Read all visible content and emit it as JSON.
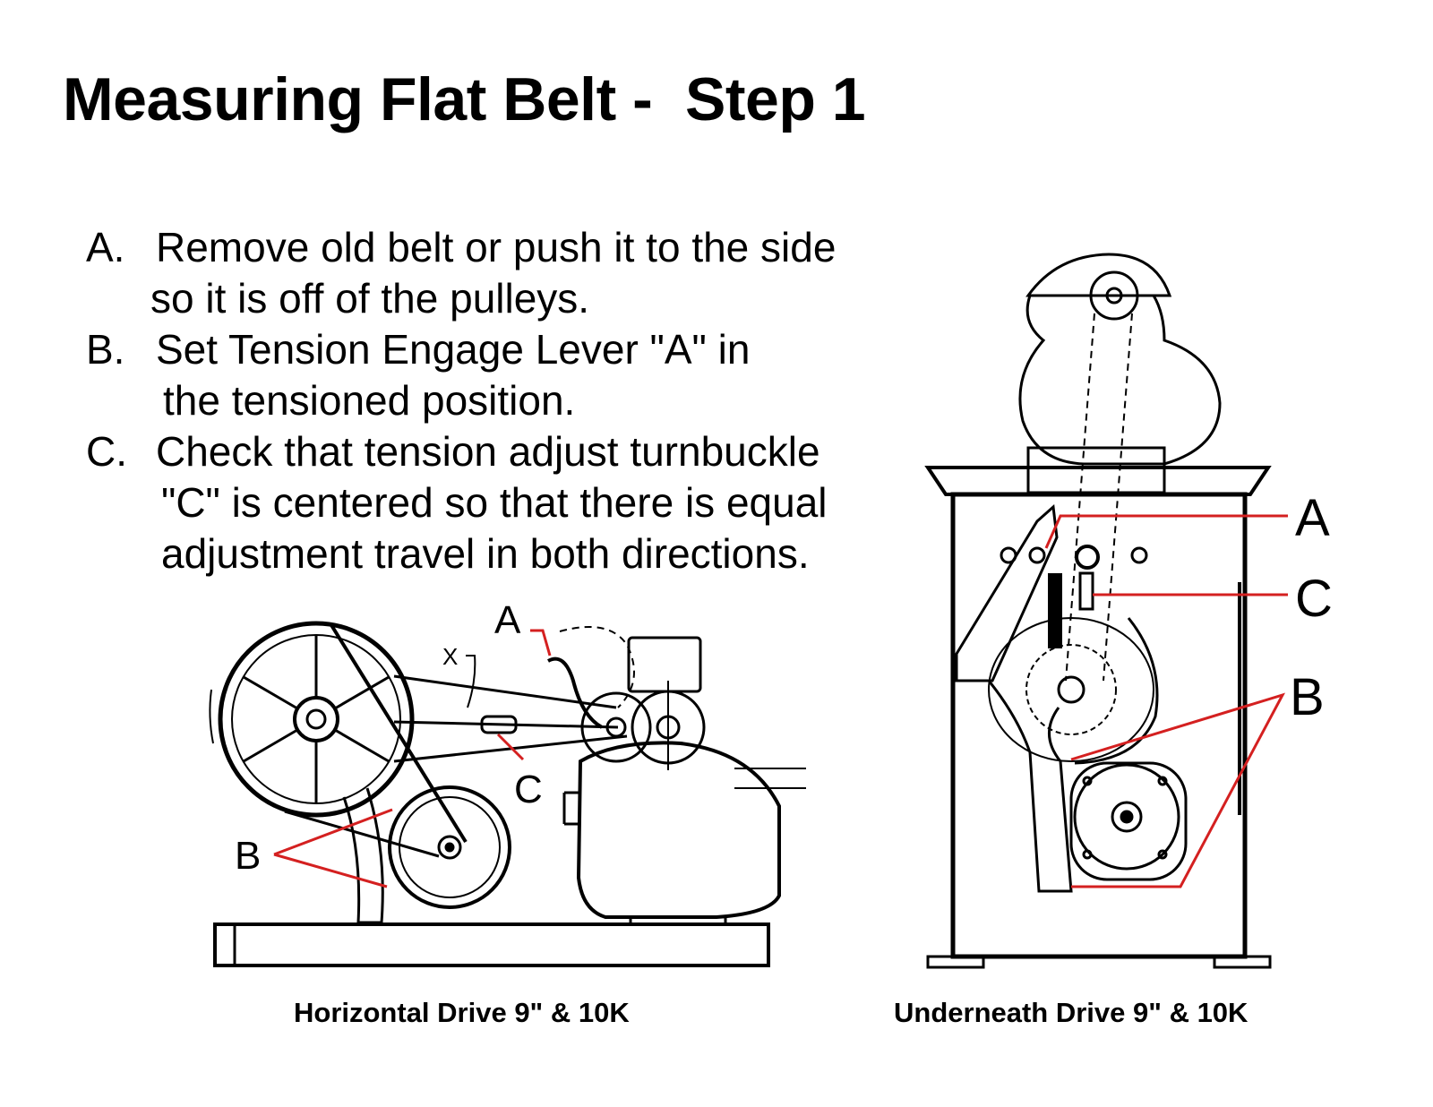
{
  "title": "Measuring Flat Belt -  Step 1",
  "steps": [
    {
      "letter": "A.",
      "lines": [
        "Remove old belt or push it to the side",
        "so it is off of the pulleys."
      ]
    },
    {
      "letter": "B.",
      "lines": [
        "Set Tension Engage Lever \"A\" in",
        "the tensioned position."
      ]
    },
    {
      "letter": "C.",
      "lines": [
        "Check that tension adjust turnbuckle",
        "\"C\" is centered so that there is equal",
        "adjustment travel in both directions."
      ]
    }
  ],
  "left_diagram": {
    "caption": "Horizontal Drive 9\" & 10K",
    "labels": {
      "a": "A",
      "b": "B",
      "c": "C",
      "x": "X"
    }
  },
  "right_diagram": {
    "caption": "Underneath Drive 9\" & 10K",
    "labels": {
      "a": "A",
      "b": "B",
      "c": "C"
    }
  },
  "colors": {
    "callout": "#d42020",
    "ink": "#000000"
  }
}
